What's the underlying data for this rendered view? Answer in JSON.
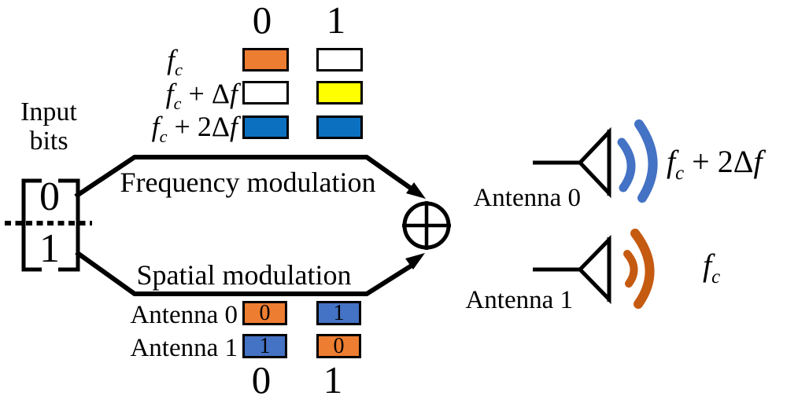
{
  "colors": {
    "cell_orange": "#ED7D31",
    "cell_yellow": "#FFFF00",
    "cell_blue_frequency": "#0B70C0",
    "cell_blue_spatial": "#4472C4",
    "wave_blue": "#4472C4",
    "wave_orange": "#C55A11",
    "cell_white": "#FFFFFF",
    "ink": "#000000"
  },
  "icons": {
    "combiner": "circled-plus",
    "antenna": "antenna-triangle-mast",
    "signal": "radio-wave-arcs"
  },
  "input": {
    "label_line1": "Input",
    "label_line2": "bits",
    "vector_top_bit": "0",
    "vector_bottom_bit": "1"
  },
  "branches": {
    "frequency_label": "Frequency modulation",
    "spatial_label": "Spatial modulation"
  },
  "freq_table": {
    "col_headers": [
      "0",
      "1"
    ],
    "rows": [
      {
        "label": {
          "f": "f",
          "sub": "c",
          "mid": "",
          "delta": "",
          "f2": ""
        },
        "cells": [
          {
            "color": "#ED7D31"
          },
          {
            "color": "#FFFFFF"
          }
        ]
      },
      {
        "label": {
          "f": "f",
          "sub": "c",
          "mid": " + ",
          "delta": "Δ",
          "f2": "f"
        },
        "cells": [
          {
            "color": "#FFFFFF"
          },
          {
            "color": "#FFFF00"
          }
        ]
      },
      {
        "label": {
          "f": "f",
          "sub": "c",
          "mid": " + 2",
          "delta": "Δ",
          "f2": "f"
        },
        "cells": [
          {
            "color": "#0B70C0"
          },
          {
            "color": "#0B70C0"
          }
        ]
      }
    ]
  },
  "spatial_table": {
    "col_headers": [
      "0",
      "1"
    ],
    "rows": [
      {
        "label": "Antenna 0",
        "cells": [
          {
            "value": "0",
            "color": "#ED7D31"
          },
          {
            "value": "1",
            "color": "#4472C4"
          }
        ]
      },
      {
        "label": "Antenna 1",
        "cells": [
          {
            "value": "1",
            "color": "#4472C4"
          },
          {
            "value": "0",
            "color": "#ED7D31"
          }
        ]
      }
    ]
  },
  "antennas": [
    {
      "label": "Antenna 0",
      "wave_color": "#4472C4",
      "freq": {
        "f": "f",
        "sub": "c",
        "mid": " + 2",
        "delta": "Δ",
        "f2": "f"
      }
    },
    {
      "label": "Antenna 1",
      "wave_color": "#C55A11",
      "freq": {
        "f": "f",
        "sub": "c",
        "mid": "",
        "delta": "",
        "f2": ""
      }
    }
  ]
}
